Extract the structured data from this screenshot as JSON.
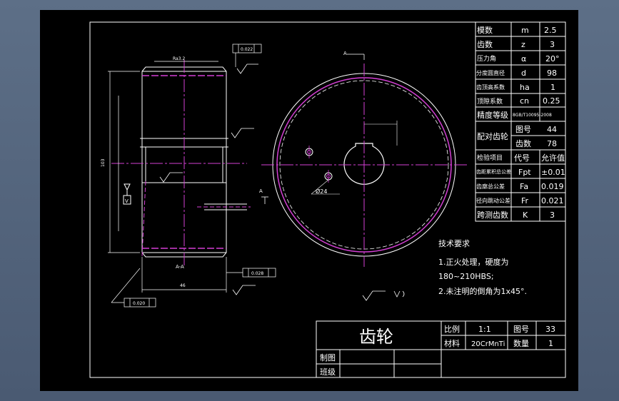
{
  "params": [
    {
      "label": "模数",
      "sym": "m",
      "val": "2.5"
    },
    {
      "label": "齿数",
      "sym": "z",
      "val": "3"
    },
    {
      "label": "压力角",
      "sym": "α",
      "val": "20°"
    },
    {
      "label": "分度圆直径",
      "sym": "d",
      "val": "98"
    },
    {
      "label": "齿顶高系数",
      "sym": "ha",
      "val": "1"
    },
    {
      "label": "顶隙系数",
      "sym": "cn",
      "val": "0.25"
    },
    {
      "label": "精度等级",
      "sym": "",
      "val": "8GB/T10095-2008"
    }
  ],
  "mating": {
    "label": "配对齿轮",
    "rows": [
      {
        "k": "图号",
        "v": "44"
      },
      {
        "k": "齿数",
        "v": "78"
      }
    ]
  },
  "inspection": {
    "header": {
      "label": "检验项目",
      "k": "代号",
      "v": "允许值"
    },
    "rows": [
      {
        "label": "齿距累积总公差",
        "k": "Fpt",
        "v": "±0.01"
      },
      {
        "label": "齿廓总公差",
        "k": "Fa",
        "v": "0.019"
      },
      {
        "label": "径向跳动公差",
        "k": "Fr",
        "v": "0.021"
      },
      {
        "label": "跨测齿数",
        "k": "K",
        "v": "3"
      }
    ]
  },
  "tech": {
    "title": "技术要求",
    "line1": "1.正火处理，硬度为",
    "line2": "180~210HBS;",
    "line3": "2.未注明的倒角为1x45°."
  },
  "title_block": {
    "part_name": "齿轮",
    "scale_label": "比例",
    "scale_value": "1:1",
    "drawing_no_label": "图号",
    "drawing_no_value": "33",
    "material_label": "材料",
    "material_value": "20CrMnTi",
    "qty_label": "数量",
    "qty_value": "1",
    "drawn_by_label": "制图",
    "class_label": "班级"
  },
  "annotations": {
    "section_label": "A-A",
    "section_marker": "A",
    "datum_v": "V",
    "hole_dim": "Ø24",
    "dim_width": "46",
    "dim_height": "103",
    "dim_top": "Ra3.2",
    "tol1": "0.022",
    "tol2": "0.028",
    "tol3": "0.020"
  }
}
